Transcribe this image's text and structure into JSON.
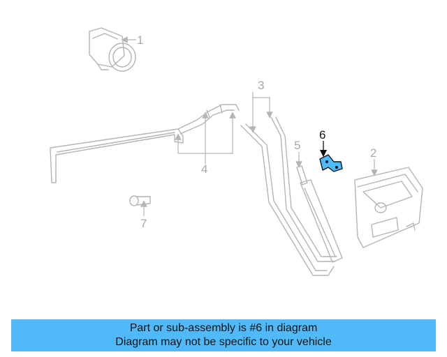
{
  "diagram": {
    "callouts": {
      "p1": "1",
      "p2": "2",
      "p3": "3",
      "p4": "4",
      "p5": "5",
      "p6": "6",
      "p7": "7"
    },
    "highlighted_part": "6",
    "highlight_color": "#4fbaf7",
    "line_color": "#b4b4b4"
  },
  "banner": {
    "line1": "Part or sub-assembly is #6 in diagram",
    "line2": "Diagram may not be specific to your vehicle",
    "background": "#4fbaf7"
  }
}
